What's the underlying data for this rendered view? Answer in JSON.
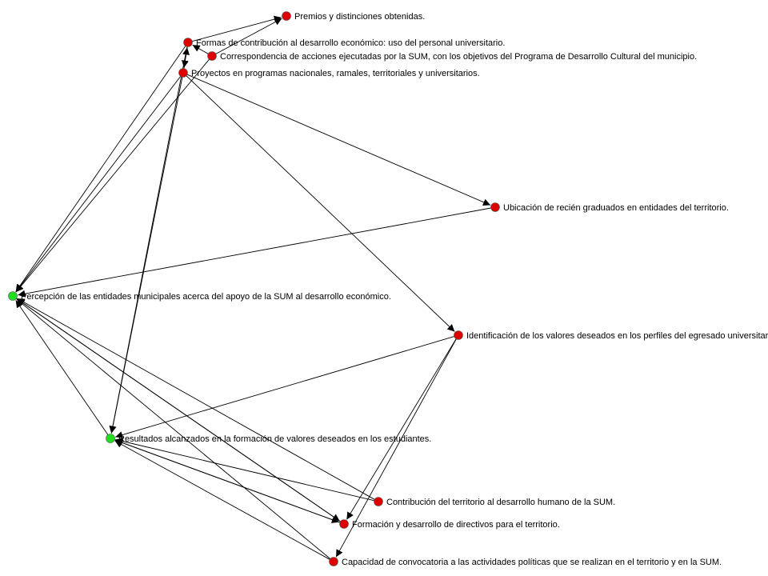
{
  "graph": {
    "colors": {
      "outcome": "#22dd22",
      "factor": "#dd0000",
      "edge": "#000000",
      "background": "#ffffff"
    },
    "nodes": [
      {
        "id": "premios",
        "kind": "factor",
        "label": "Premios y distinciones obtenidas."
      },
      {
        "id": "formas",
        "kind": "factor",
        "label": "Formas de contribución al desarrollo económico:  uso del personal universitario."
      },
      {
        "id": "correspondencia",
        "kind": "factor",
        "label": "Correspondencia de acciones ejecutadas por la SUM, con los objetivos del Programa de Desarrollo Cultural del municipio."
      },
      {
        "id": "proyectos",
        "kind": "factor",
        "label": "Proyectos en programas nacionales, ramales, territoriales y universitarios."
      },
      {
        "id": "ubicacion",
        "kind": "factor",
        "label": "Ubicación de recién graduados en entidades del territorio."
      },
      {
        "id": "percepcion",
        "kind": "outcome",
        "label": "Percepción de las entidades municipales acerca del apoyo de la SUM al desarrollo económico."
      },
      {
        "id": "identificacion",
        "kind": "factor",
        "label": "Identificación de los valores deseados en los perfiles del egresado universitario."
      },
      {
        "id": "resultados",
        "kind": "outcome",
        "label": "Resultados alcanzados en la formación de valores deseados en los estudiantes."
      },
      {
        "id": "contribucion",
        "kind": "factor",
        "label": "Contribución del territorio al desarrollo humano de la SUM."
      },
      {
        "id": "formacion",
        "kind": "factor",
        "label": "Formación y desarrollo de directivos para el territorio."
      },
      {
        "id": "capacidad",
        "kind": "factor",
        "label": "Capacidad de convocatoria a las actividades políticas que se realizan en el territorio y en la SUM."
      }
    ],
    "edges": [
      [
        "formas",
        "premios"
      ],
      [
        "correspondencia",
        "premios"
      ],
      [
        "correspondencia",
        "formas"
      ],
      [
        "formas",
        "proyectos"
      ],
      [
        "proyectos",
        "formas"
      ],
      [
        "formas",
        "percepcion"
      ],
      [
        "correspondencia",
        "percepcion"
      ],
      [
        "proyectos",
        "percepcion"
      ],
      [
        "ubicacion",
        "percepcion"
      ],
      [
        "proyectos",
        "ubicacion"
      ],
      [
        "resultados",
        "percepcion"
      ],
      [
        "contribucion",
        "percepcion"
      ],
      [
        "formacion",
        "percepcion"
      ],
      [
        "capacidad",
        "percepcion"
      ],
      [
        "proyectos",
        "identificacion"
      ],
      [
        "identificacion",
        "resultados"
      ],
      [
        "identificacion",
        "formacion"
      ],
      [
        "identificacion",
        "capacidad"
      ],
      [
        "proyectos",
        "resultados"
      ],
      [
        "formas",
        "resultados"
      ],
      [
        "contribucion",
        "resultados"
      ],
      [
        "formacion",
        "resultados"
      ],
      [
        "capacidad",
        "resultados"
      ],
      [
        "resultados",
        "formacion"
      ],
      [
        "percepcion",
        "formacion"
      ]
    ]
  }
}
